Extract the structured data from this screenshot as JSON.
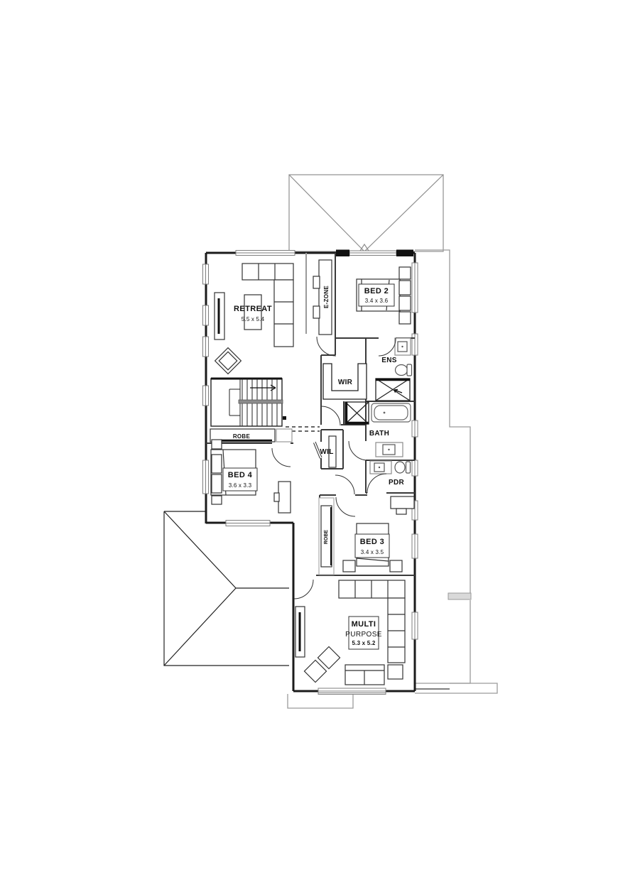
{
  "colors": {
    "exterior_wall": "#1b1b1b",
    "interior_wall": "#3a3a3a",
    "furniture_line": "#333333",
    "fixture_line": "#777777",
    "thin_outline": "#9a9a9a",
    "window_fill_black": "#111111",
    "paper": "#ffffff"
  },
  "rooms": {
    "retreat": {
      "name": "RETREAT",
      "dims": "5.5 x 5.4"
    },
    "e_zone": {
      "name": "E-ZONE"
    },
    "bed2": {
      "name": "BED 2",
      "dims": "3.4 x 3.6"
    },
    "ens": {
      "name": "ENS"
    },
    "wir": {
      "name": "WIR"
    },
    "bath": {
      "name": "BATH"
    },
    "robe_retreat": {
      "name": "ROBE"
    },
    "wil": {
      "name": "WIL"
    },
    "bed4": {
      "name": "BED 4",
      "dims": "3.6 x 3.3"
    },
    "pdr": {
      "name": "PDR"
    },
    "bed3": {
      "name": "BED 3",
      "dims": "3.4 x 3.5"
    },
    "robe_bed3": {
      "name": "ROBE"
    },
    "multi_purpose": {
      "name_line1": "MULTI",
      "name_line2": "PURPOSE",
      "dims": "5.3 x 5.2"
    }
  }
}
